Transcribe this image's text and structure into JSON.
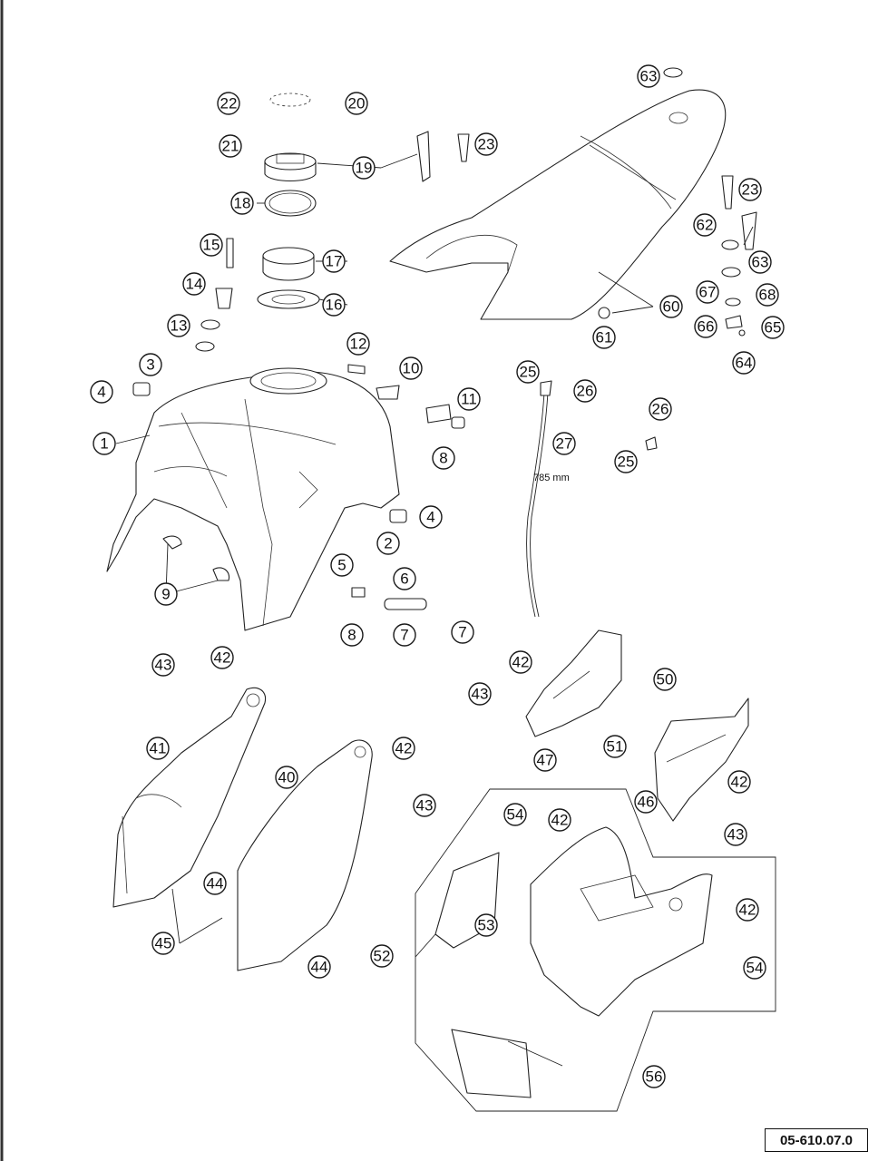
{
  "diagram": {
    "reference_code": "05-610.07.0",
    "dimension_label": "785 mm",
    "callout_numbers": [
      "1",
      "2",
      "3",
      "4",
      "5",
      "6",
      "7",
      "8",
      "9",
      "10",
      "11",
      "12",
      "13",
      "14",
      "15",
      "16",
      "17",
      "18",
      "19",
      "20",
      "21",
      "22",
      "23",
      "25",
      "26",
      "27",
      "40",
      "41",
      "42",
      "43",
      "44",
      "45",
      "46",
      "47",
      "50",
      "51",
      "52",
      "53",
      "54",
      "56",
      "60",
      "61",
      "62",
      "63",
      "64",
      "65",
      "66",
      "67",
      "68"
    ]
  },
  "colors": {
    "line": "#222222",
    "background": "#ffffff"
  }
}
